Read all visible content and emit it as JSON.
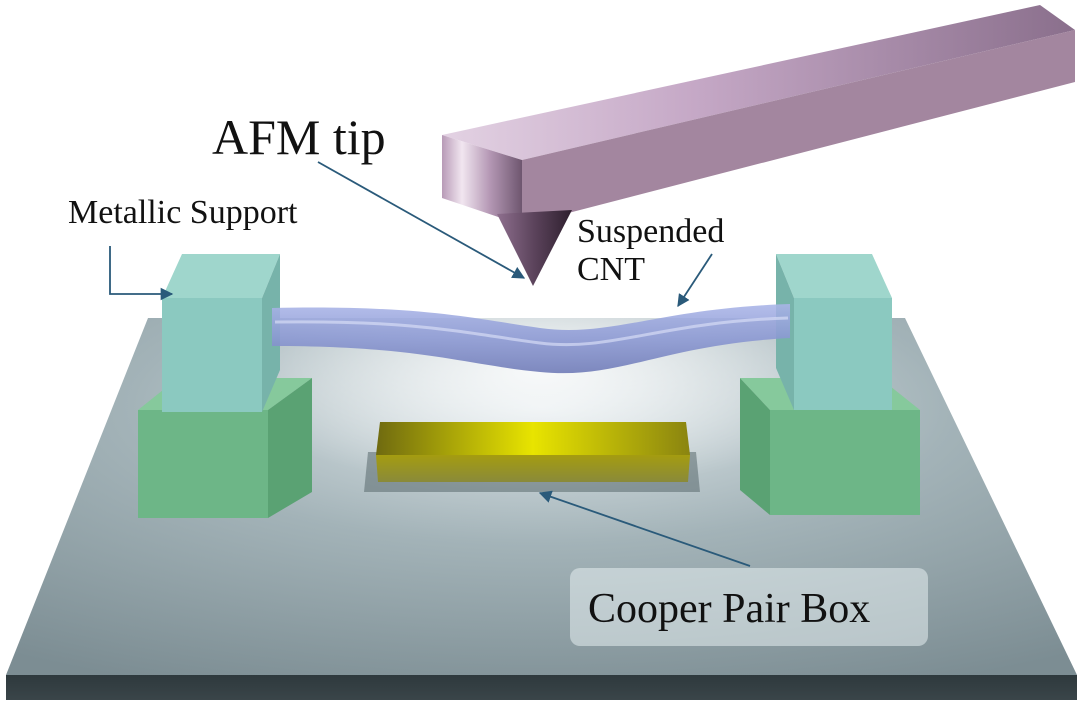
{
  "labels": {
    "afm_tip": "AFM tip",
    "metallic_support": "Metallic Support",
    "suspended_cnt_line1": "Suspended",
    "suspended_cnt_line2": "CNT",
    "cooper_pair_box": "Cooper Pair Box"
  },
  "colors": {
    "substrate_top": "#8fa0a6",
    "substrate_edge": "#2f3a3e",
    "support_lower": "#6fb88a",
    "support_upper": "#86c7be",
    "nanotube": "#8d9cd6",
    "cooper_pair_box": "#c8c000",
    "cantilever": "#b59ab5",
    "arrow": "#2a5a7a"
  }
}
